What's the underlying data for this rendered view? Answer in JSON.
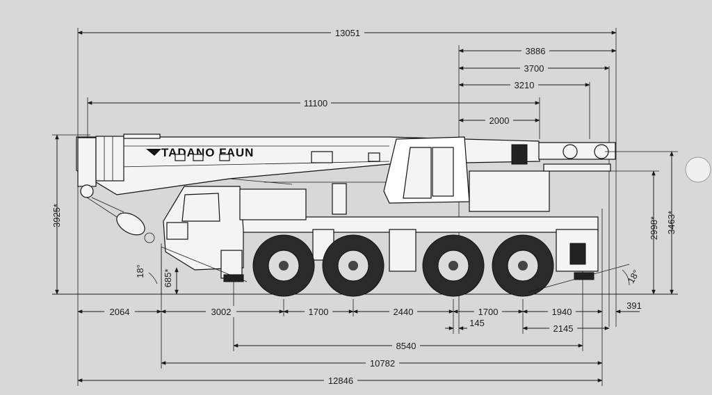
{
  "brand": {
    "label": "TADANO FAUN"
  },
  "dimensions": {
    "overall_length_top": "13051",
    "rear_3886": "3886",
    "rear_3700": "3700",
    "rear_3210": "3210",
    "boom_11100": "11100",
    "rear_2000": "2000",
    "height_3925": "3925*",
    "height_685": "685*",
    "height_2998": "2998*",
    "height_3463": "3463*",
    "angle_front": "18°",
    "angle_rear": "18°",
    "front_overhang_2064": "2064",
    "front_to_axle_3002": "3002",
    "axle_1700_a": "1700",
    "axle_2440": "2440",
    "axle_1700_b": "1700",
    "axle_1940": "1940",
    "rear_391": "391",
    "offset_145": "145",
    "rear_2145": "2145",
    "wheelbase_8540": "8540",
    "length_10782": "10782",
    "length_12846": "12846"
  },
  "colors": {
    "background": "#d8d8d8",
    "line": "#1a1a1a",
    "tire": "#2a2a2a"
  }
}
